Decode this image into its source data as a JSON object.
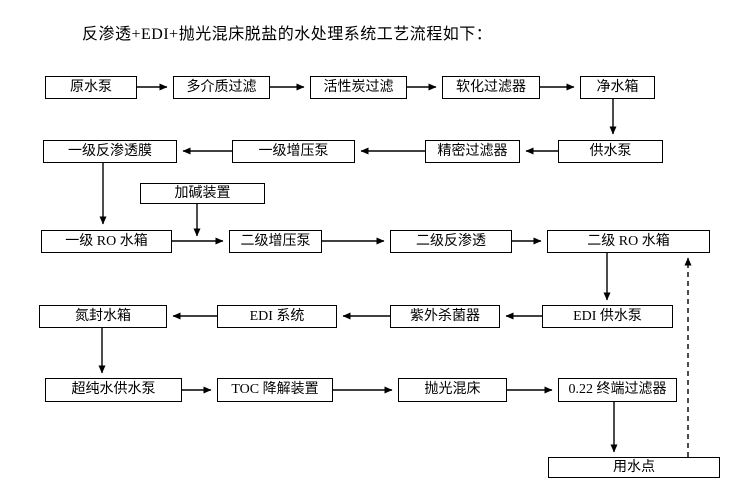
{
  "title": "反渗透+EDI+抛光混床脱盐的水处理系统工艺流程如下：",
  "nodes": {
    "raw_water_pump": {
      "label": "原水泵"
    },
    "multi_media_filter": {
      "label": "多介质过滤"
    },
    "activated_carbon_filter": {
      "label": "活性炭过滤"
    },
    "softening_filter": {
      "label": "软化过滤器"
    },
    "clean_water_tank": {
      "label": "净水箱"
    },
    "first_stage_ro_membrane": {
      "label": "一级反渗透膜"
    },
    "first_stage_booster_pump": {
      "label": "一级增压泵"
    },
    "precision_filter": {
      "label": "精密过滤器"
    },
    "water_supply_pump": {
      "label": "供水泵"
    },
    "alkali_dosing_device": {
      "label": "加碱装置"
    },
    "first_stage_ro_tank": {
      "label": "一级 RO 水箱"
    },
    "second_stage_booster_pump": {
      "label": "二级增压泵"
    },
    "second_stage_ro": {
      "label": "二级反渗透"
    },
    "second_stage_ro_tank": {
      "label": "二级 RO 水箱"
    },
    "nitrogen_sealed_tank": {
      "label": "氮封水箱"
    },
    "edi_system": {
      "label": "EDI 系统"
    },
    "uv_sterilizer": {
      "label": "紫外杀菌器"
    },
    "edi_supply_pump": {
      "label": "EDI 供水泵"
    },
    "ultrapure_water_pump": {
      "label": "超纯水供水泵"
    },
    "toc_degradation_device": {
      "label": "TOC 降解装置"
    },
    "polishing_mixed_bed": {
      "label": "抛光混床"
    },
    "terminal_filter": {
      "label": "0.22 终端过滤器"
    },
    "water_use_point": {
      "label": "用水点"
    }
  },
  "edges": [
    {
      "from": "raw_water_pump",
      "to": "multi_media_filter",
      "style": "solid"
    },
    {
      "from": "multi_media_filter",
      "to": "activated_carbon_filter",
      "style": "solid"
    },
    {
      "from": "activated_carbon_filter",
      "to": "softening_filter",
      "style": "solid"
    },
    {
      "from": "softening_filter",
      "to": "clean_water_tank",
      "style": "solid"
    },
    {
      "from": "clean_water_tank",
      "to": "water_supply_pump",
      "style": "solid"
    },
    {
      "from": "water_supply_pump",
      "to": "precision_filter",
      "style": "solid"
    },
    {
      "from": "precision_filter",
      "to": "first_stage_booster_pump",
      "style": "solid"
    },
    {
      "from": "first_stage_booster_pump",
      "to": "first_stage_ro_membrane",
      "style": "solid"
    },
    {
      "from": "first_stage_ro_membrane",
      "to": "first_stage_ro_tank",
      "style": "solid"
    },
    {
      "from": "alkali_dosing_device",
      "to": "pipe_first_stage_ro_tank_to_second_stage_booster_pump",
      "style": "solid"
    },
    {
      "from": "first_stage_ro_tank",
      "to": "second_stage_booster_pump",
      "style": "solid"
    },
    {
      "from": "second_stage_booster_pump",
      "to": "second_stage_ro",
      "style": "solid"
    },
    {
      "from": "second_stage_ro",
      "to": "second_stage_ro_tank",
      "style": "solid"
    },
    {
      "from": "second_stage_ro_tank",
      "to": "edi_supply_pump",
      "style": "solid"
    },
    {
      "from": "edi_supply_pump",
      "to": "uv_sterilizer",
      "style": "solid"
    },
    {
      "from": "uv_sterilizer",
      "to": "edi_system",
      "style": "solid"
    },
    {
      "from": "edi_system",
      "to": "nitrogen_sealed_tank",
      "style": "solid"
    },
    {
      "from": "nitrogen_sealed_tank",
      "to": "ultrapure_water_pump",
      "style": "solid"
    },
    {
      "from": "ultrapure_water_pump",
      "to": "toc_degradation_device",
      "style": "solid"
    },
    {
      "from": "toc_degradation_device",
      "to": "polishing_mixed_bed",
      "style": "solid"
    },
    {
      "from": "polishing_mixed_bed",
      "to": "terminal_filter",
      "style": "solid"
    },
    {
      "from": "terminal_filter",
      "to": "water_use_point",
      "style": "solid"
    },
    {
      "from": "water_use_point",
      "to": "second_stage_ro_tank",
      "style": "dashed"
    }
  ],
  "colors": {
    "line": "#000000",
    "box_border": "#000000",
    "background": "#ffffff",
    "text": "#000000"
  }
}
